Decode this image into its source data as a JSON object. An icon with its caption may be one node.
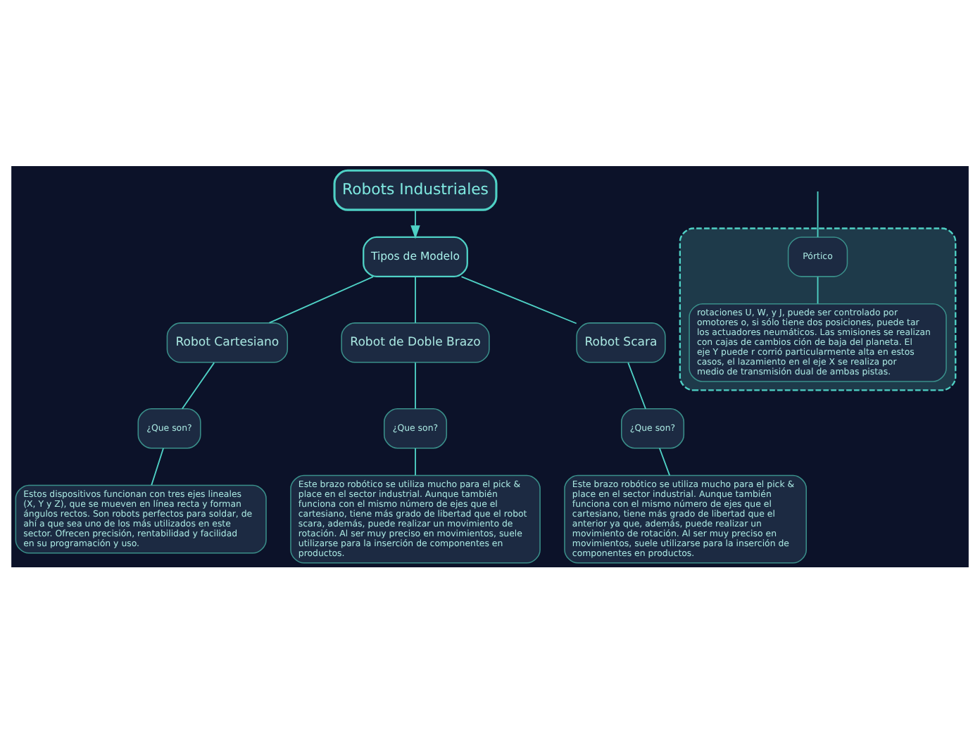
{
  "diagram": {
    "nodes": [
      {
        "text": [
          "Robots Industriales"
        ]
      },
      {
        "text": [
          "Tipos de Modelo"
        ]
      },
      {
        "text": [
          "Robot Cartesiano"
        ]
      },
      {
        "text": [],
        "shape": "box"
      },
      {
        "text": [
          "Pórtico"
        ],
        "in": 3
      },
      {
        "text": [
          "rotaciones U, W, y J, puede ser controlado por omotores o, si sólo tiene dos posiciones, puede tar los actuadores neumáticos. Las smisiones se realizan con cajas de cambios ción de baja del planeta. El eje Y puede r corrió particularmente alta en estos casos, el lazamiento en el eje X se realiza por medio de transmisión dual de ambas pistas."
        ],
        "in": 3
      },
      {
        "text": [
          "¿Que son?"
        ]
      },
      {
        "text": [
          "Estos dispositivos funcionan con tres ejes lineales (X, Y y Z), que se mueven en línea recta y forman ángulos rectos. Son robots perfectos para soldar, de ahí a que sea uno de los más utilizados en este sector. Ofrecen precisión, rentabilidad y facilidad en su programación y uso."
        ]
      },
      {
        "text": [
          "Robot de Doble Brazo"
        ]
      },
      {
        "text": [
          "¿Que son?"
        ]
      },
      {
        "text": [
          "Este brazo robótico se utiliza mucho para el pick & place en el sector industrial. Aunque también funciona con el mismo número de ejes que el cartesiano, tiene más grado de libertad que el robot scara, además, puede realizar un movimiento de rotación. Al ser muy preciso en movimientos, suele utilizarse para la inserción de componentes en productos."
        ]
      },
      {
        "text": [
          "Robot Scara"
        ]
      },
      {
        "text": [
          "¿Que son?"
        ]
      },
      {
        "text": [
          "Este brazo robótico se utiliza mucho para el pick & place en el sector industrial. Aunque también funciona con el mismo número de ejes que el cartesiano, tiene más grado de libertad que el anterior ya que, además, puede realizar un movimiento de rotación. Al ser muy preciso en movimientos, suele utilizarse para la inserción de componentes en productos."
        ]
      }
    ],
    "edges": [
      {
        "from": 0,
        "to": 1,
        "arrow": "to"
      },
      {
        "from": 1,
        "to": 2,
        "arrow": "none"
      },
      {
        "from": 1,
        "to": 8,
        "arrow": "none"
      },
      {
        "from": 1,
        "to": 11,
        "arrow": "none"
      },
      {
        "from": 2,
        "to": 6,
        "arrow": "none"
      },
      {
        "from": 6,
        "to": 7,
        "arrow": "none"
      },
      {
        "from": null,
        "to": 4,
        "arrow": "none"
      },
      {
        "from": 4,
        "to": 5,
        "arrow": "none"
      },
      {
        "from": 8,
        "to": 9,
        "arrow": "none"
      },
      {
        "from": 9,
        "to": 10,
        "arrow": "none"
      },
      {
        "from": 11,
        "to": 12,
        "arrow": "none"
      },
      {
        "from": 12,
        "to": 13,
        "arrow": "none"
      }
    ]
  }
}
